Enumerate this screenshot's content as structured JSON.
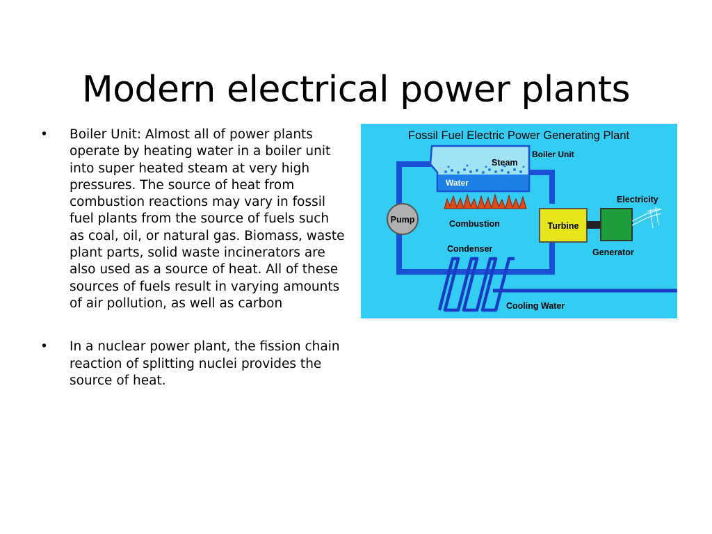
{
  "title": "Modern electrical power plants",
  "bullets": [
    "Boiler Unit: Almost all of power plants operate by heating water in a boiler unit into super heated steam at very high pressures. The source of heat from combustion reactions may vary in fossil fuel plants from the source of fuels such as coal, oil, or natural gas. Biomass,  waste plant parts, solid waste incinerators are also used as a source of heat. All of these sources of fuels result in varying amounts of air pollution, as well as  carbon",
    "In a nuclear power plant, the fission chain reaction of splitting nuclei provides the source of heat."
  ],
  "bullet_symbol": "•",
  "diagram": {
    "title": "Fossil Fuel Electric Power Generating Plant",
    "labels": {
      "boiler_unit": "Boiler Unit",
      "steam": "Steam",
      "water": "Water",
      "electricity": "Electricity",
      "pump": "Pump",
      "combustion": "Combustion",
      "turbine": "Turbine",
      "generator": "Generator",
      "condenser": "Condenser",
      "cooling_water": "Cooling Water"
    },
    "colors": {
      "background": "#33ccf2",
      "pipe": "#1a4fd6",
      "boiler_water": "#1e7fe6",
      "boiler_steam": "#9fe3f5",
      "flame": "#e04a1a",
      "pump": "#b0b0b0",
      "turbine": "#e6e61a",
      "generator": "#1e9e3a"
    }
  }
}
